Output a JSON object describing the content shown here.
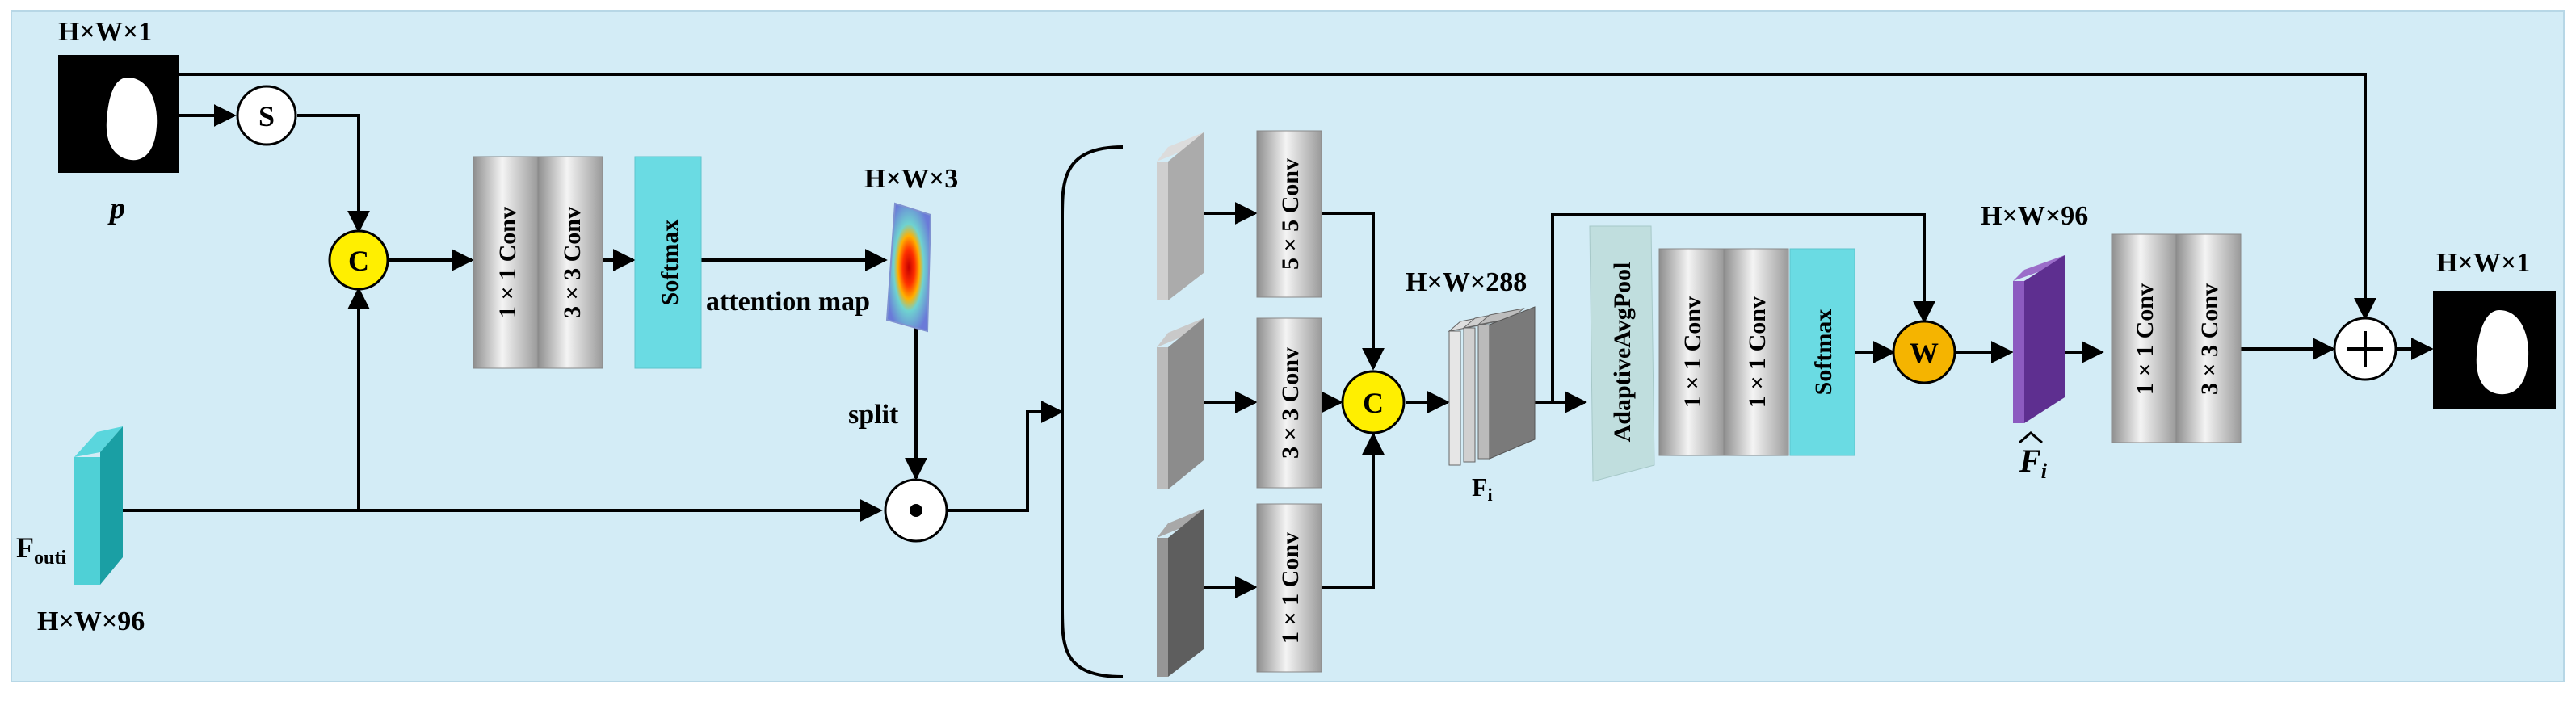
{
  "inputs": {
    "pred_dims": "H×W×1",
    "pred_symbol": "p",
    "feature_symbol": "F",
    "feature_subscript": "outi",
    "feature_dims": "H×W×96"
  },
  "operators": {
    "sigmoid": "S",
    "concat": "C",
    "weight": "W",
    "multiply": "•",
    "add": "+"
  },
  "attention_branch": {
    "conv1": "1 × 1 Conv",
    "conv2": "3 × 3 Conv",
    "softmax": "Softmax",
    "map_dims": "H×W×3",
    "map_label": "attention map",
    "split_label": "split"
  },
  "multi_branch": {
    "conv_top": "5 × 5 Conv",
    "conv_mid": "3 × 3 Conv",
    "conv_bot": "1 × 1 Conv"
  },
  "fusion": {
    "dims": "H×W×288",
    "symbol": "F",
    "subscript": "i"
  },
  "channel_attention": {
    "pool": "AdaptiveAvgPool",
    "conv1": "1 × 1 Conv",
    "conv2": "1 × 1 Conv",
    "softmax": "Softmax"
  },
  "refined": {
    "dims": "H×W×96",
    "symbol": "F",
    "subscript": "i",
    "conv1": "1 × 1 Conv",
    "conv2": "3 × 3 Conv"
  },
  "output": {
    "dims": "H×W×1"
  },
  "colors": {
    "background": "#d3ecf6",
    "yellow_op": "#ffef00",
    "orange_op": "#f5b400",
    "softmax": "#6adbe3",
    "pool": "#c0dede",
    "feature": "#1aa3a8",
    "refined": "#6d3c9c"
  }
}
